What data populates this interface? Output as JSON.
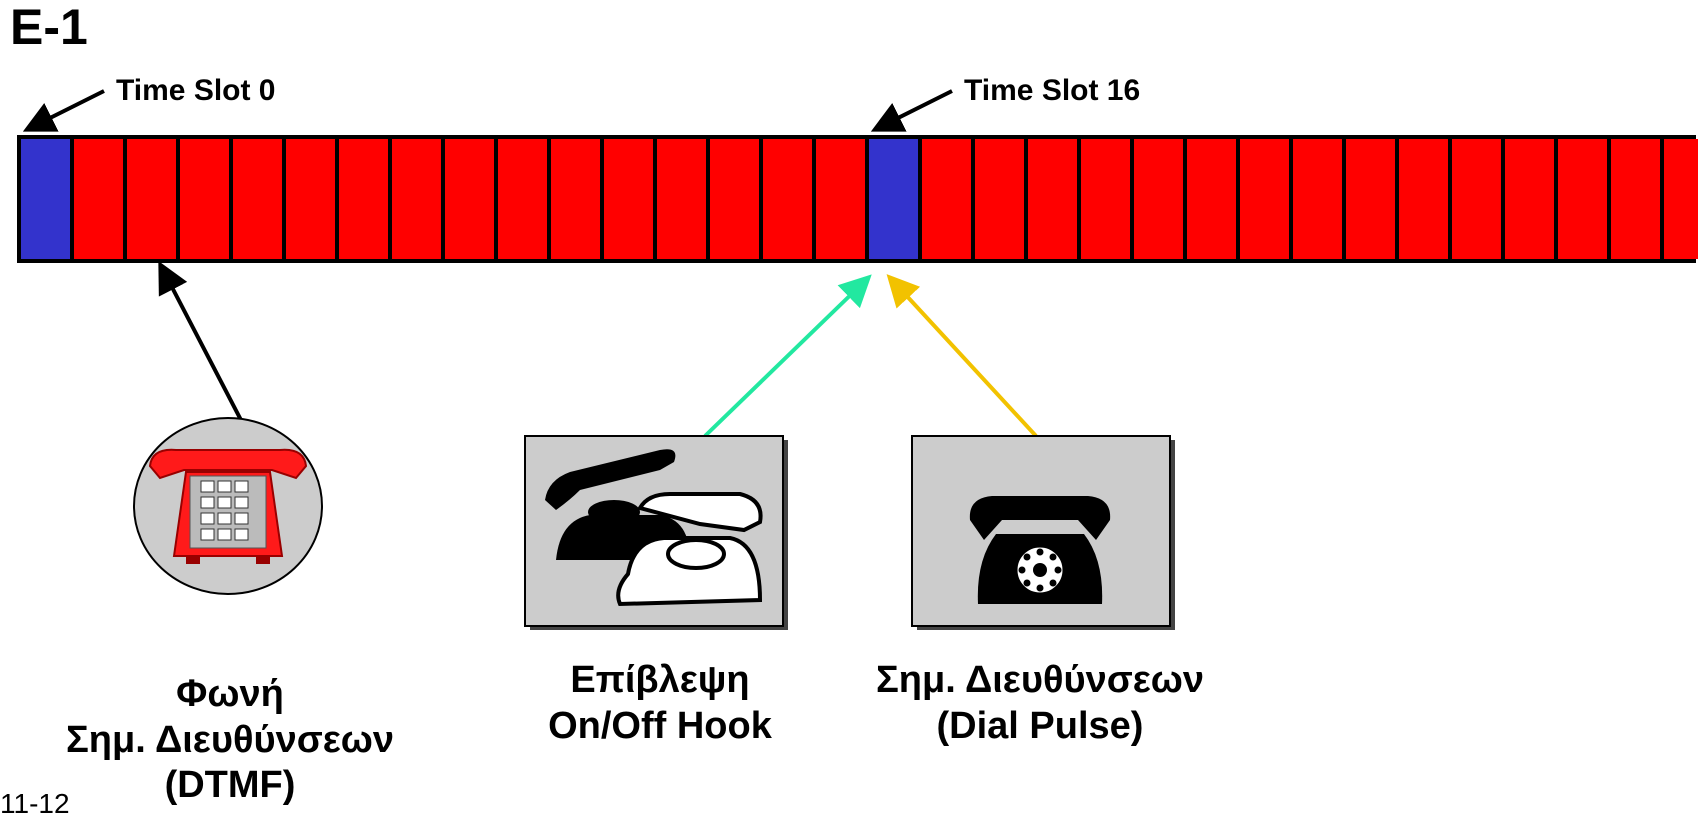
{
  "title": "E-1",
  "frame": {
    "slot_count": 32,
    "signaling_slots": [
      0,
      16
    ],
    "colors": {
      "voice_slot": "#ff0000",
      "signaling_slot": "#3333cc",
      "border": "#000000"
    }
  },
  "labels": {
    "slot0": "Time Slot 0",
    "slot16": "Time Slot 16"
  },
  "captions": {
    "voice": {
      "line1": "Φωνή",
      "line2": "Σημ. Διευθύνσεων",
      "line3": "(DTMF)"
    },
    "supervision": {
      "line1": "Επίβλεψη",
      "line2": "On/Off Hook"
    },
    "dial_pulse": {
      "line1": "Σημ. Διευθύνσεων",
      "line2": "(Dial Pulse)"
    }
  },
  "icons": {
    "voice_phone": "touch-tone-phone-icon",
    "hook_phone": "off-hook-phone-icon",
    "dial_phone": "rotary-phone-icon"
  },
  "arrow_colors": {
    "supervision": "#22e8a0",
    "dial_pulse": "#f2c200",
    "default": "#000000"
  },
  "page_number": "11-12"
}
